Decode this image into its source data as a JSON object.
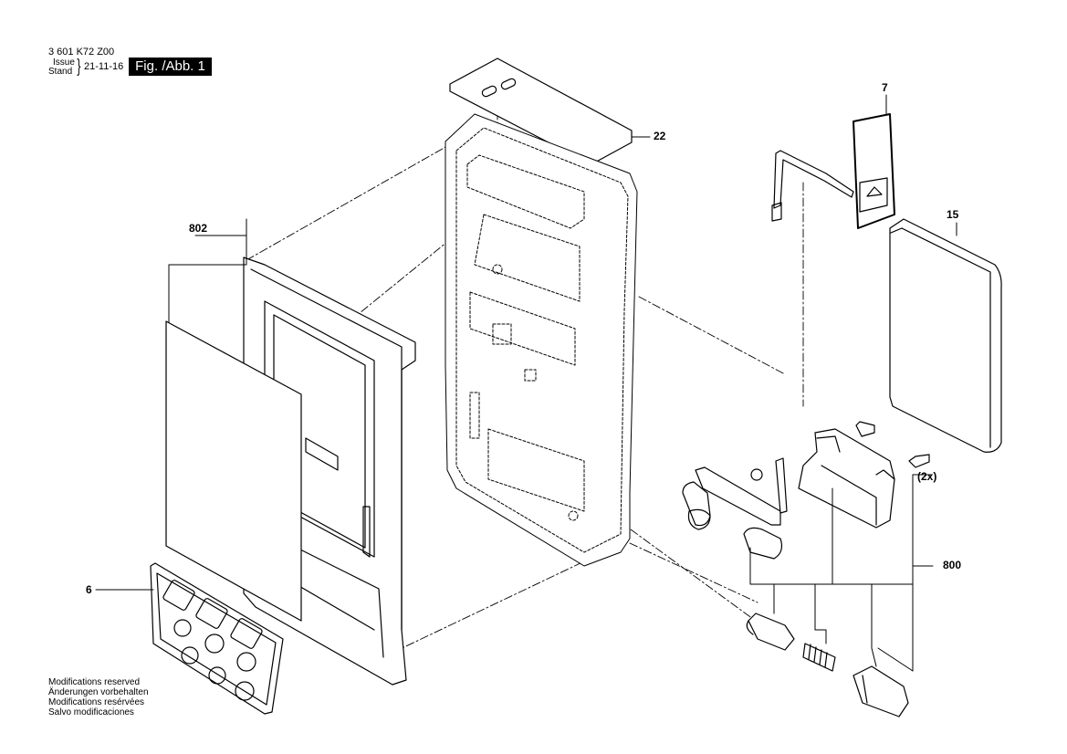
{
  "header": {
    "part_number": "3 601 K72 Z00",
    "issue_label": "Issue",
    "stand_label": "Stand",
    "issue_date": "21-11-16",
    "figure_label": "Fig. /Abb. 1"
  },
  "callouts": {
    "c6": "6",
    "c7": "7",
    "c15": "15",
    "c22": "22",
    "c800": "800",
    "c802": "802",
    "qty_2x": "(2x)"
  },
  "notes": [
    "Modifications reserved",
    "Änderungen vorbehalten",
    "Modifications resérvées",
    "Salvo modificaciones"
  ]
}
